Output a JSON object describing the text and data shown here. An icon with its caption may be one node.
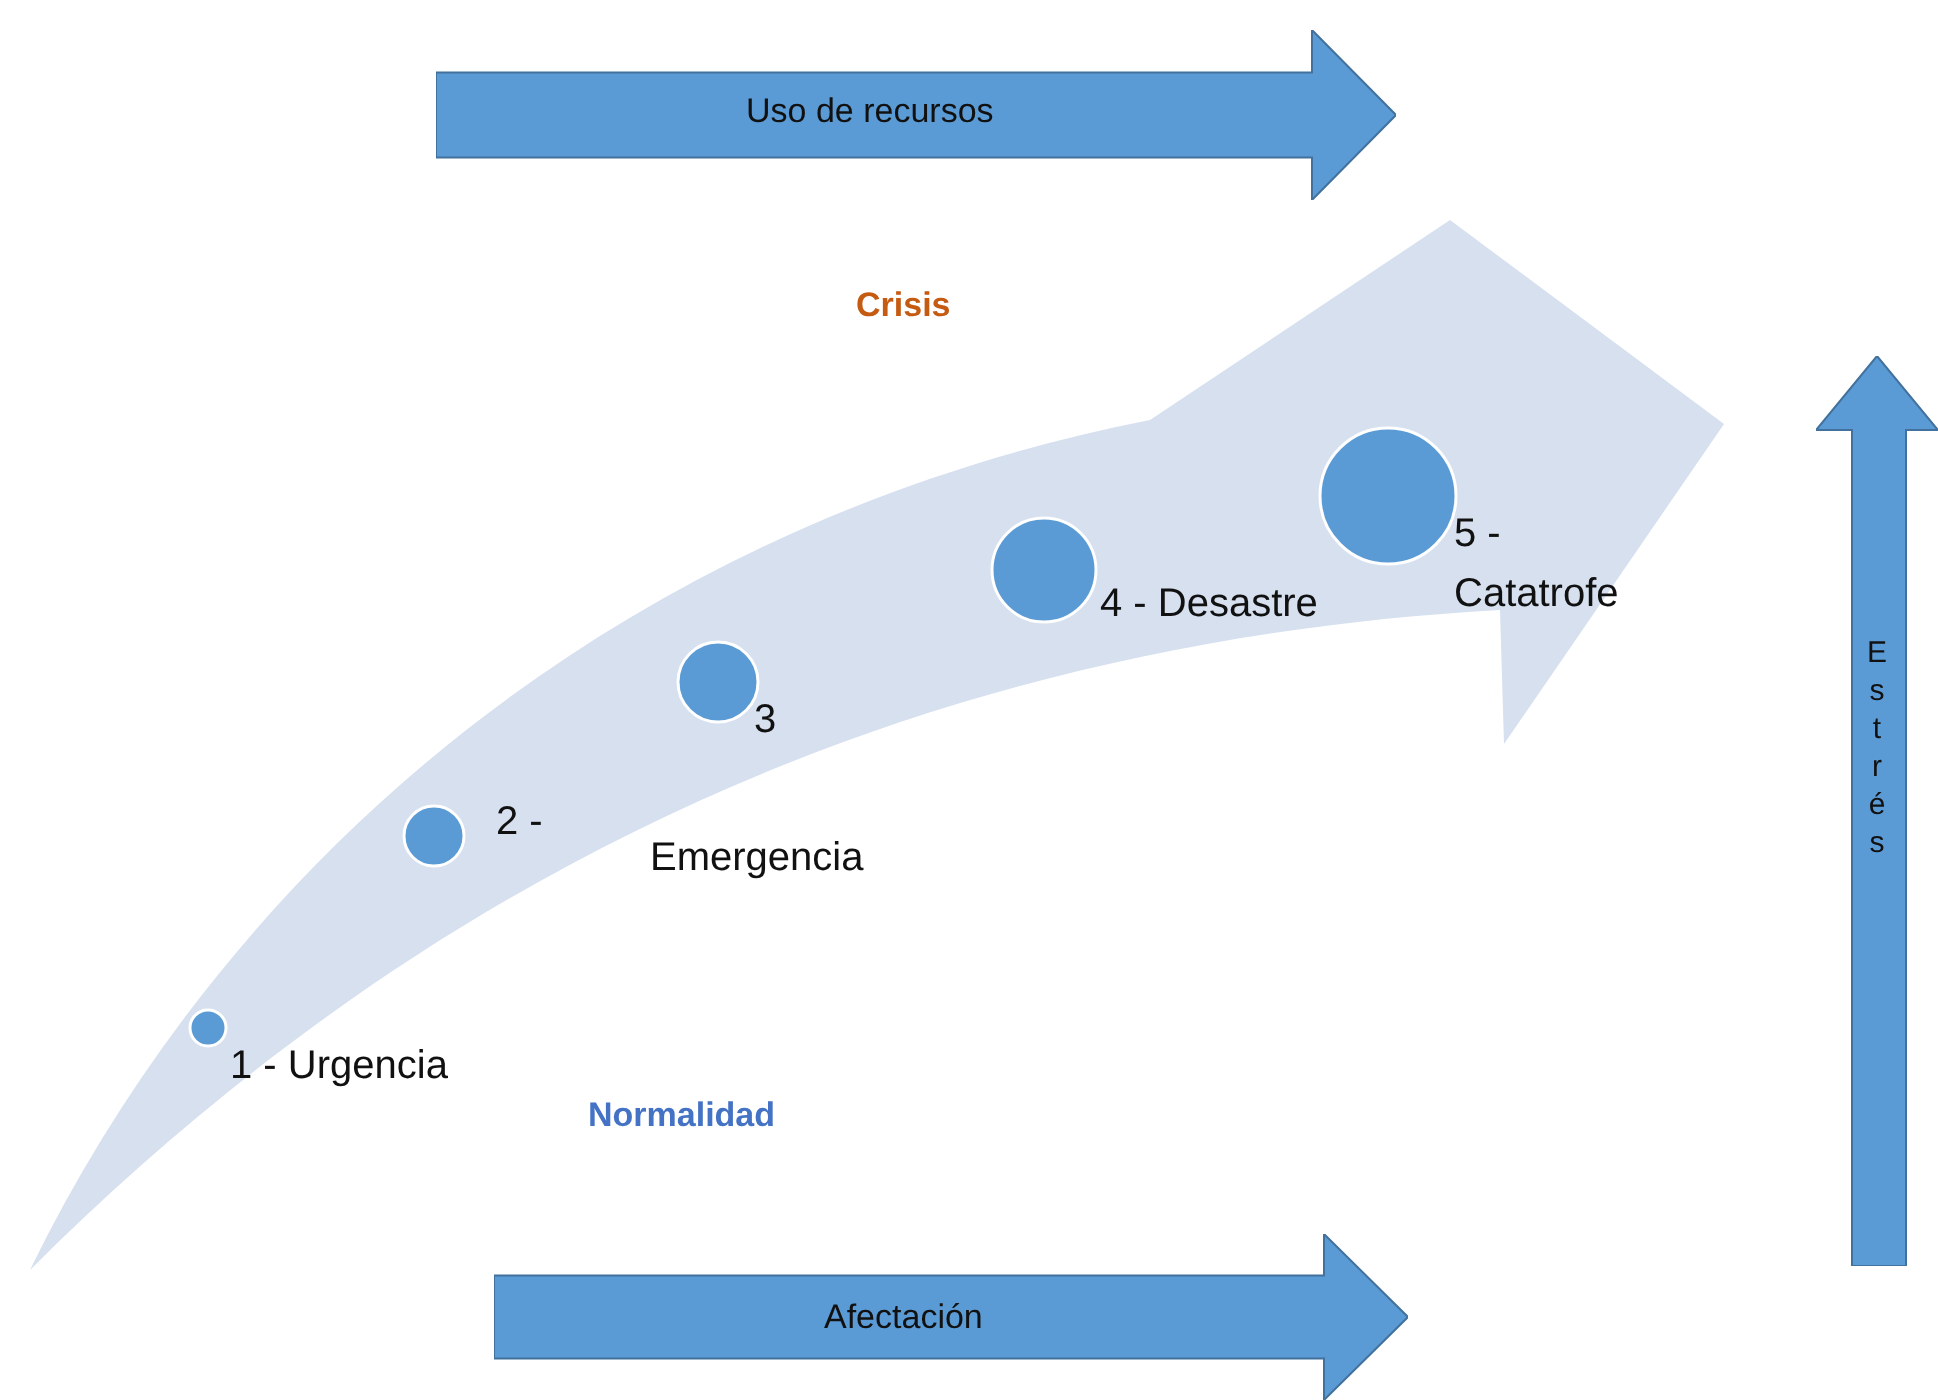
{
  "diagram": {
    "nodes": [
      {
        "text": [
          "Uso de recursos"
        ]
      },
      {
        "text": [],
        "shape": "circle",
        "beside": [
          "1 - Urgencia"
        ]
      },
      {
        "text": [],
        "shape": "circle",
        "beside": [
          "2 -"
        ]
      },
      {
        "text": [],
        "shape": "circle",
        "beside": [
          "3"
        ]
      },
      {
        "text": [],
        "shape": "circle",
        "beside": [
          "4 - Desastre"
        ]
      },
      {
        "text": [],
        "shape": "circle",
        "beside": [
          "5 - Catatrofe"
        ]
      },
      {
        "text": [
          "Estrés"
        ]
      },
      {
        "text": [
          "Afectación"
        ]
      }
    ],
    "edges": [],
    "labels": [
      "Crisis",
      "Emergencia",
      "Normalidad"
    ]
  }
}
